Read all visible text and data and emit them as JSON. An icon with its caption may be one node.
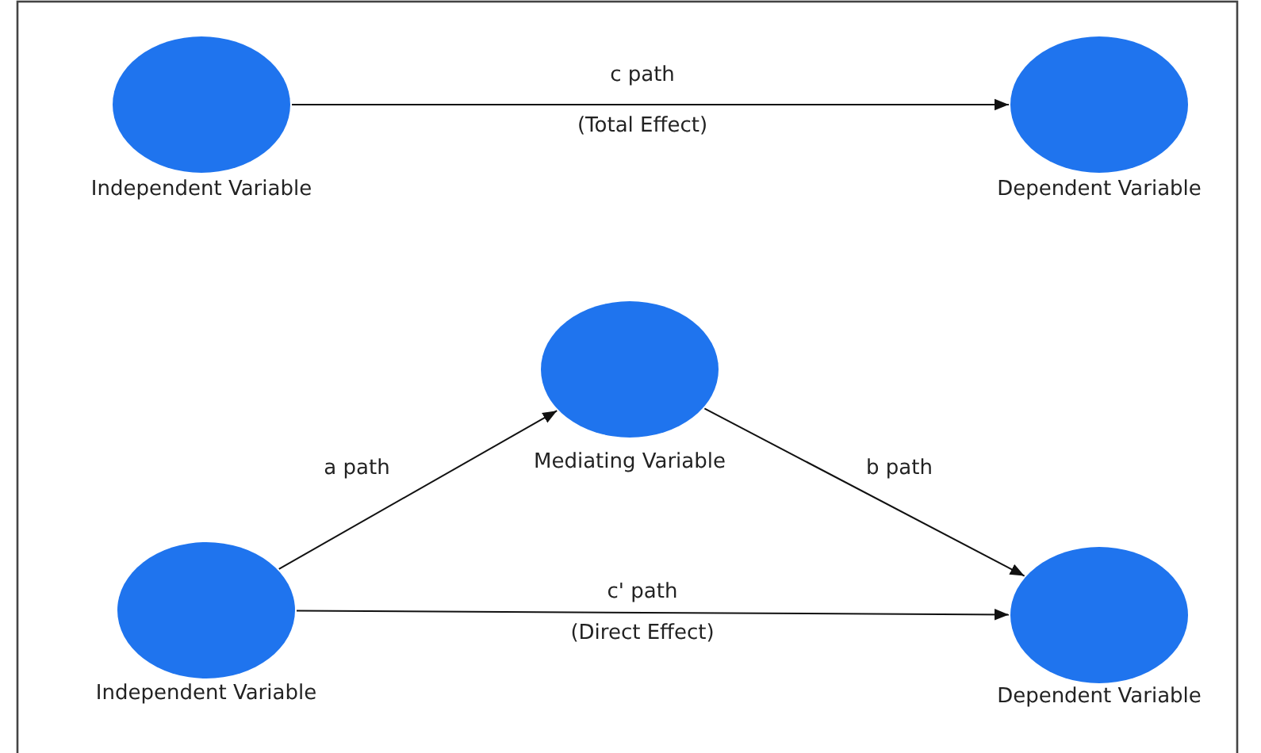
{
  "diagram": {
    "nodes": [
      {
        "text": [
          "Independent Variable"
        ]
      },
      {
        "text": [
          "Dependent Variable"
        ]
      },
      {
        "text": [
          "Mediating Variable"
        ]
      },
      {
        "text": [
          "Independent Variable"
        ]
      },
      {
        "text": [
          "Dependent Variable"
        ]
      }
    ],
    "edges": [
      {
        "from": 0,
        "to": 1,
        "arrow": "to",
        "label": "c path"
      },
      {
        "from": 3,
        "to": 2,
        "arrow": "to",
        "label": "a path"
      },
      {
        "from": 2,
        "to": 4,
        "arrow": "to",
        "label": "b path"
      },
      {
        "from": 3,
        "to": 4,
        "arrow": "to",
        "label": "c' path"
      }
    ],
    "labels": [
      "(Total Effect)",
      "(Direct Effect)"
    ]
  }
}
